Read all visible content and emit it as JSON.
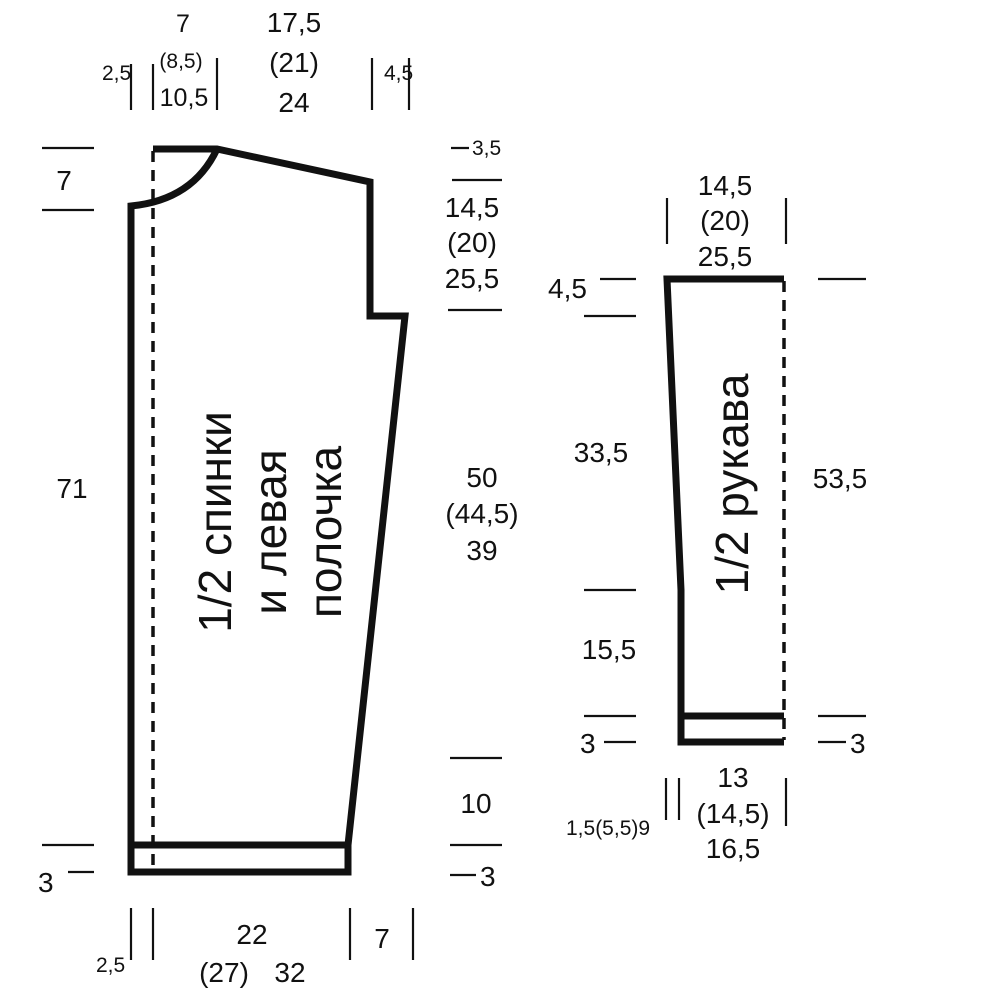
{
  "colors": {
    "ink": "#111111",
    "background": "#ffffff"
  },
  "body_piece": {
    "label_line1": "1/2 спинки",
    "label_line2": "и левая",
    "label_line3": "полочка",
    "top": {
      "left": "2,5",
      "neck": [
        "7",
        "(8,5)",
        "10,5"
      ],
      "shoulder": [
        "17,5",
        "(21)",
        "24"
      ],
      "right": "4,5"
    },
    "left": {
      "neck_depth": "7",
      "length": "71",
      "hem": "3"
    },
    "right": {
      "shoulder_slope": "3,5",
      "armhole": [
        "14,5",
        "(20)",
        "25,5"
      ],
      "side": [
        "50",
        "(44,5)",
        "39"
      ],
      "lower": "10",
      "hem": "3"
    },
    "bottom": {
      "left": "2,5",
      "width_1": "22",
      "width_2": "(27)",
      "width_3": "32",
      "right": "7"
    }
  },
  "sleeve_piece": {
    "label": "1/2 рукава",
    "top": [
      "14,5",
      "(20)",
      "25,5"
    ],
    "left": {
      "cap": "4,5",
      "upper": "33,5",
      "lower": "15,5",
      "cuff": "3"
    },
    "right": {
      "length": "53,5",
      "cuff": "3"
    },
    "bottom": {
      "left": "1,5(5,5)9",
      "width": [
        "13",
        "(14,5)",
        "16,5"
      ]
    }
  }
}
